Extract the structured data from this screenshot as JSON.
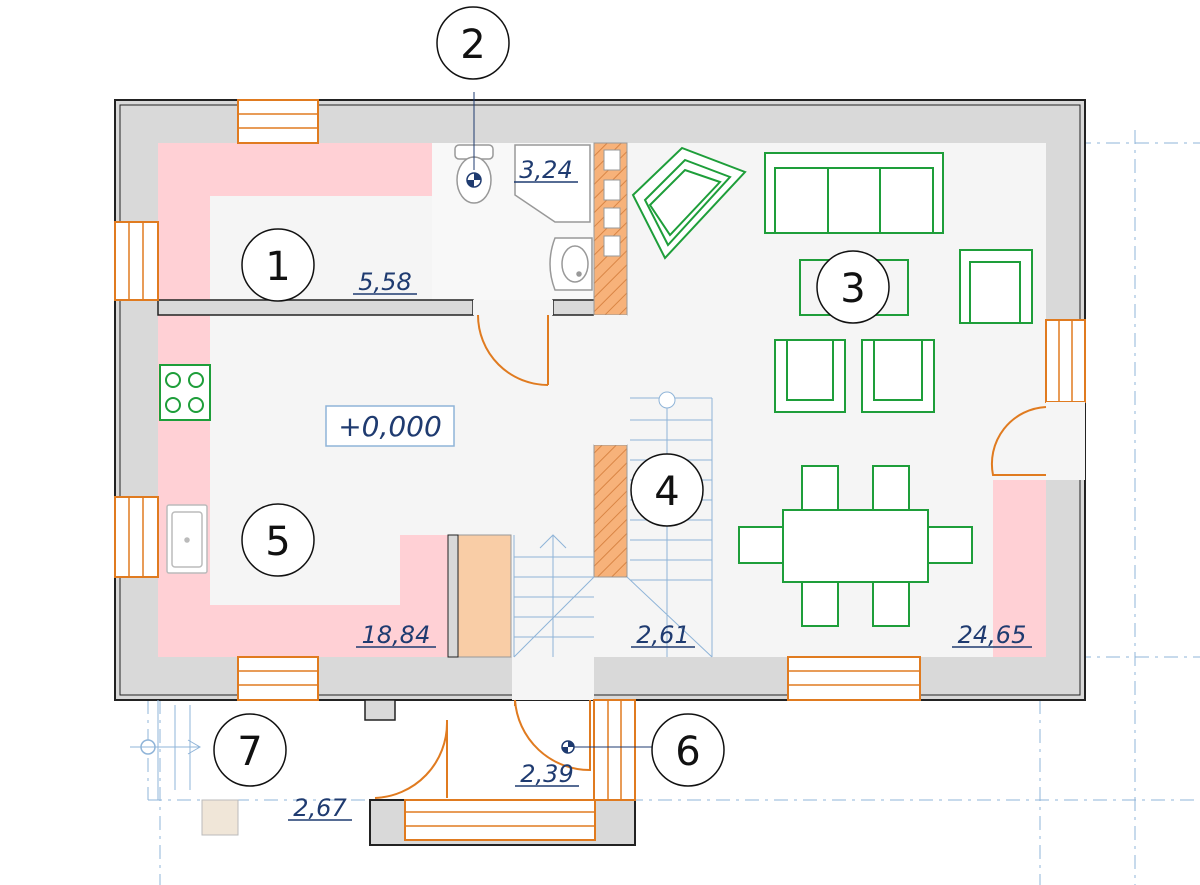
{
  "rooms": [
    {
      "number": "1",
      "area": "5,58"
    },
    {
      "number": "2",
      "area": "3,24"
    },
    {
      "number": "3",
      "area": "24,65"
    },
    {
      "number": "4",
      "area": "2,61"
    },
    {
      "number": "5",
      "area": "18,84"
    },
    {
      "number": "6",
      "area": "2,39"
    },
    {
      "number": "7",
      "area": "2,67"
    }
  ],
  "level_mark": "+0,000",
  "colors": {
    "wall": "#d9d9d9",
    "wall_outline": "#222222",
    "floor": "#f5f5f5",
    "pink_zone": "#ffd0d5",
    "hatch": "#f4a86a",
    "furniture": "#1e9e3a",
    "window": "#e07b20",
    "text_area": "#1f3b70"
  },
  "icons": [
    "toilet-icon",
    "sink-icon",
    "stove-icon",
    "bathtub-icon",
    "sofa-icon",
    "armchair-icon",
    "dining-table-icon",
    "chair-icon",
    "stairs-icon",
    "door-swing-icon",
    "level-mark-icon"
  ]
}
